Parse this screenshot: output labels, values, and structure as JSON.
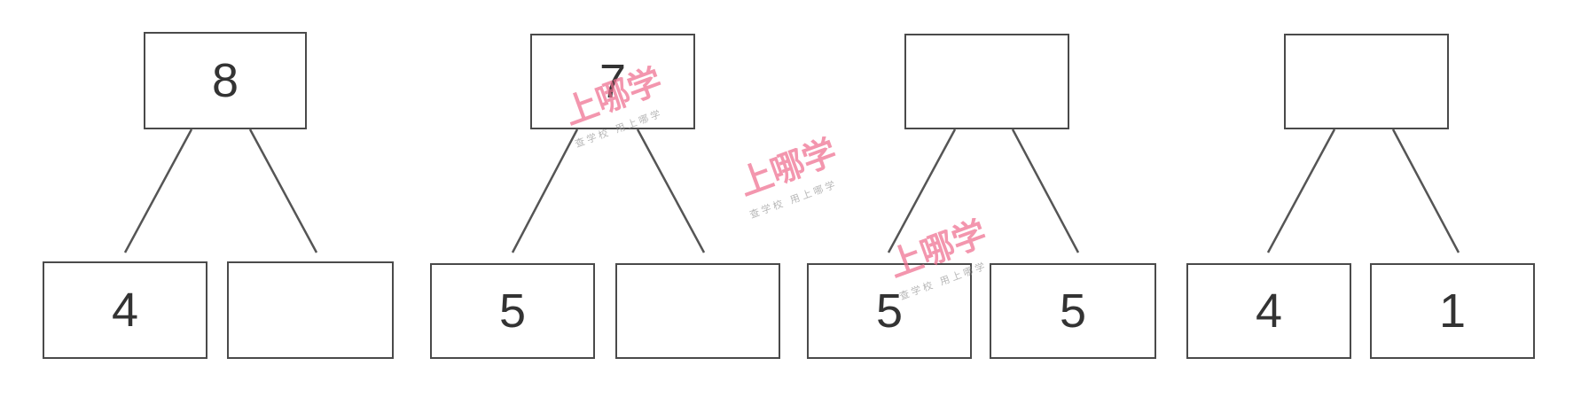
{
  "diagrams": [
    {
      "top": "8",
      "left": "4",
      "right": ""
    },
    {
      "top": "7",
      "left": "5",
      "right": ""
    },
    {
      "top": "",
      "left": "5",
      "right": "5"
    },
    {
      "top": "",
      "left": "4",
      "right": "1"
    }
  ],
  "watermark": {
    "main": "上哪学",
    "sub": "查学校  用上哪学"
  }
}
